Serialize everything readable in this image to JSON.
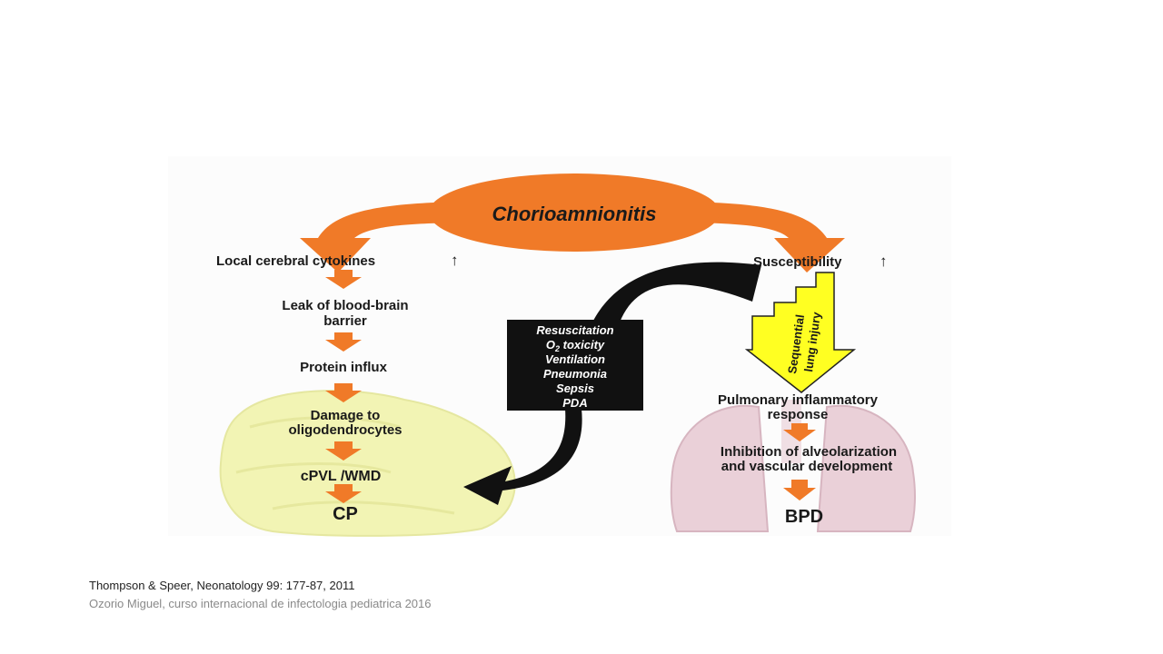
{
  "diagram": {
    "center_node": "Chorioamnionitis",
    "left_chain": {
      "top": "Local cerebral cytokines",
      "up_arrow": "↑",
      "leak_1": "Leak of blood-brain",
      "leak_2": "barrier",
      "protein": "Protein influx",
      "damage_1": "Damage to",
      "damage_2": "oligodendrocytes",
      "cpvl": "cPVL /WMD",
      "cp": "CP"
    },
    "right_chain": {
      "top": "Susceptibility",
      "up_arrow": "↑",
      "staircase_1": "Sequential",
      "staircase_2": "lung injury",
      "pulm_1": "Pulmonary inflammatory",
      "pulm_2": "response",
      "inhib_1": "Inhibition of alveolarization",
      "inhib_2": "and vascular development",
      "bpd": "BPD"
    },
    "insult_box": {
      "resuscitation": "Resuscitation",
      "o2_a": "O",
      "o2_sub": "2",
      "o2_b": " toxicity",
      "ventilation": "Ventilation",
      "pneumonia": "Pneumonia",
      "sepsis": "Sepsis",
      "pda": "PDA"
    },
    "colors": {
      "orange": "#f07a28",
      "black": "#111111",
      "yellow": "#ffff22",
      "brain": "#f2f4b4",
      "lung": "#ead0d8"
    }
  },
  "citation": {
    "line1": "Thompson & Speer, Neonatology 99: 177-87, 2011",
    "line2": "Ozorio Miguel, curso internacional de infectologia pediatrica 2016"
  }
}
